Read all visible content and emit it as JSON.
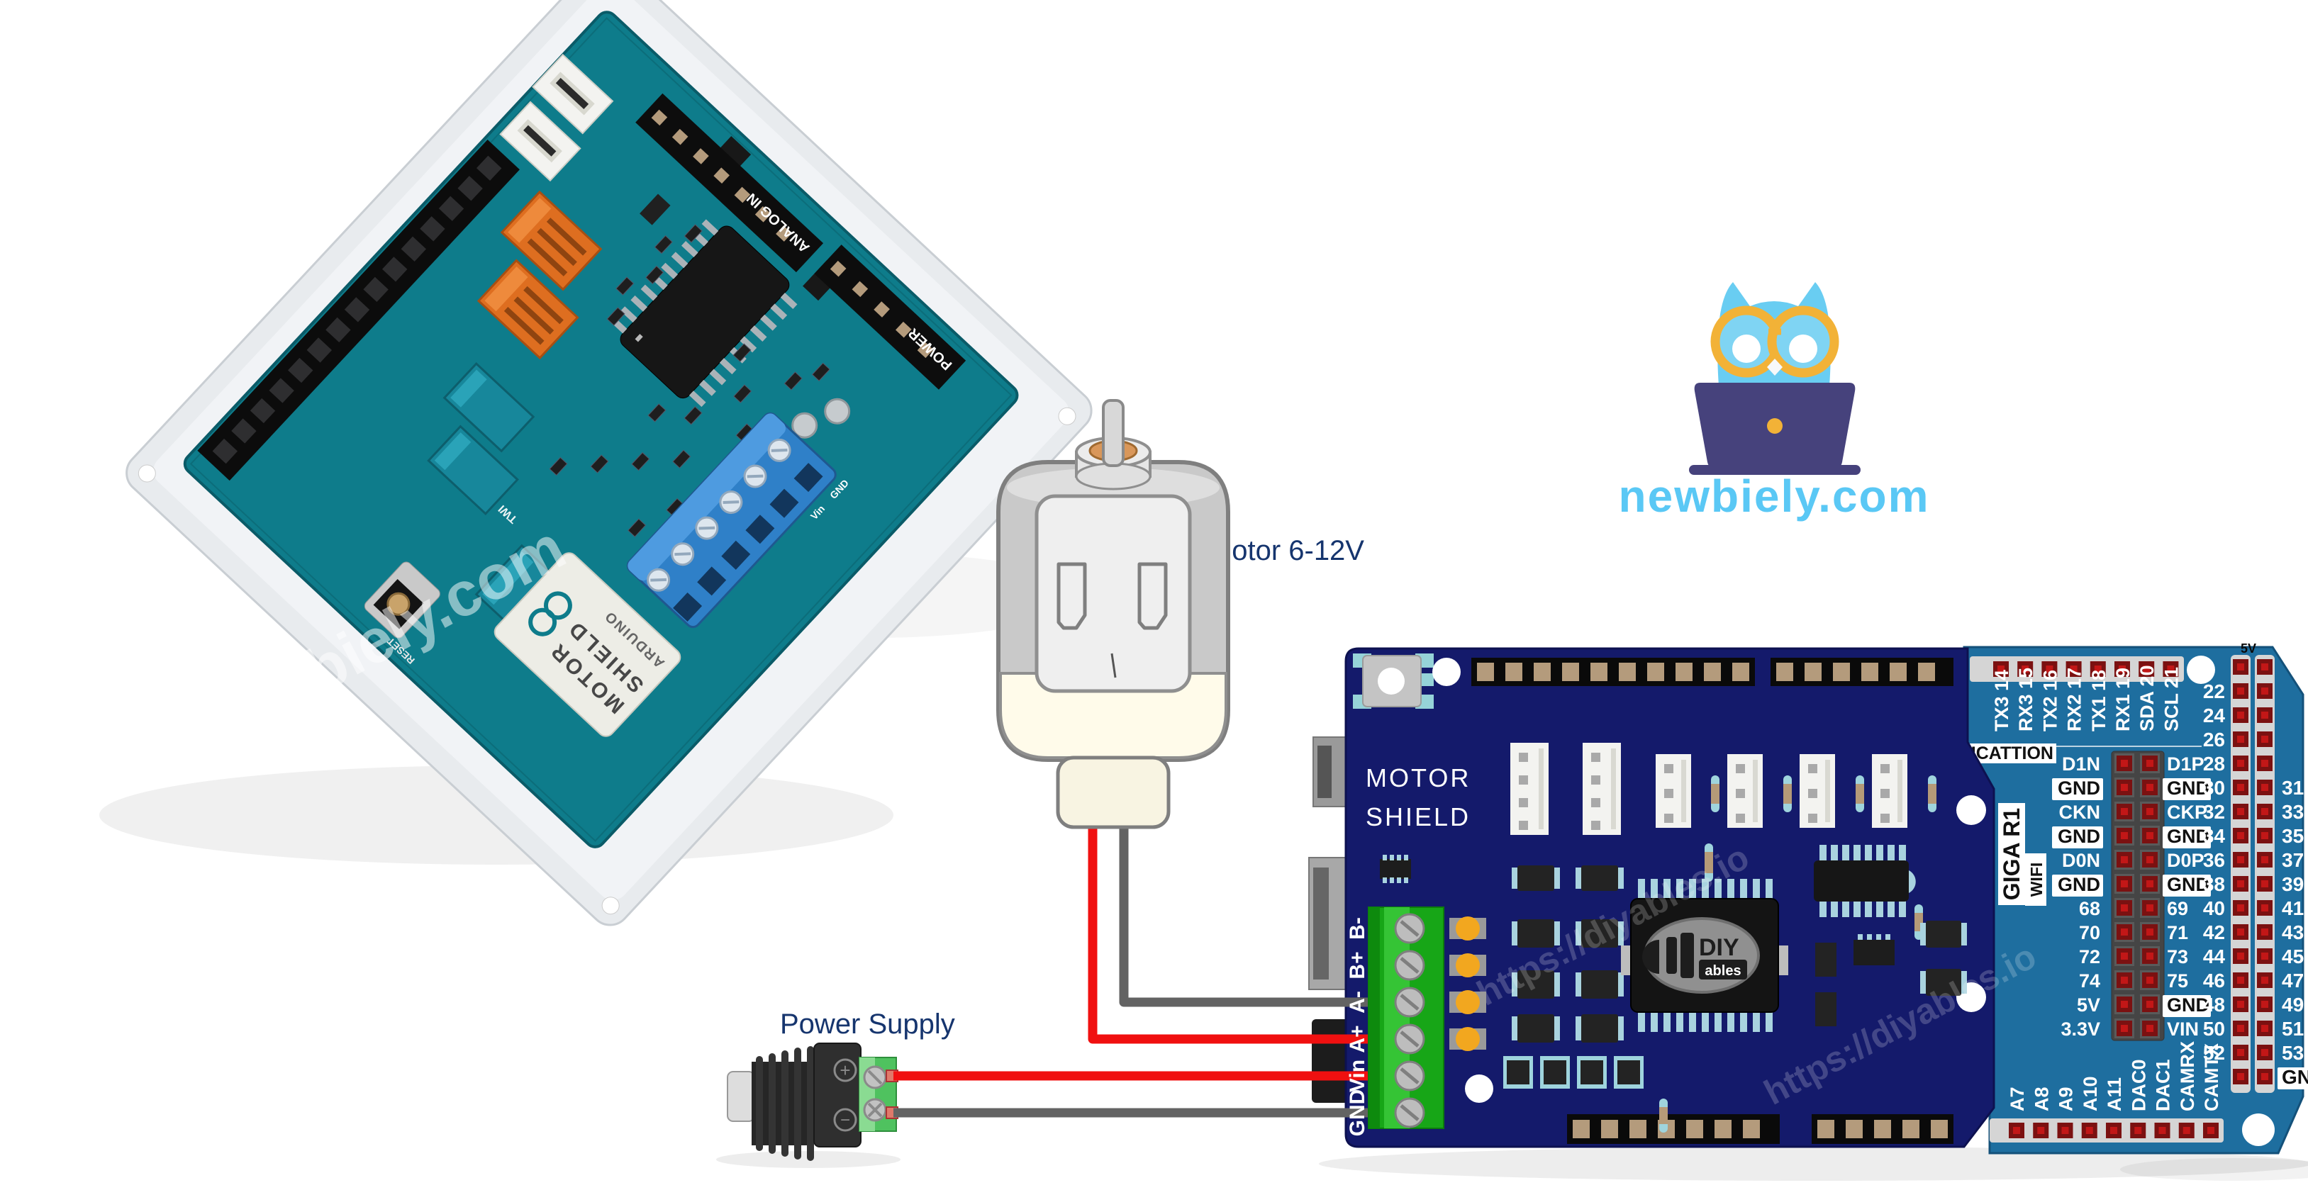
{
  "page": {
    "bg": "#ffffff"
  },
  "logo": {
    "text": "newbiely.com",
    "color": "#5ac8f5",
    "owl": "#69cdf2",
    "glasses": "#f2b237",
    "laptop": "#46427c"
  },
  "captions": {
    "dc_motor": "DC Motor 6-12V",
    "power_supply": "Power Supply",
    "color": "#16356e"
  },
  "photo": {
    "brand": "ARDUINO",
    "line1": "MOTOR",
    "line2": "SHIELD",
    "analog_header": "ANALOG IN",
    "power_header": "POWER",
    "reset": "RESET",
    "twi": "TWI",
    "vin": "Vin",
    "gnd": "GND",
    "watermark": "newbiely.com"
  },
  "shield": {
    "line1": "MOTOR",
    "line2": "SHIELD",
    "terminals": [
      "B-",
      "B+",
      "A-",
      "A+",
      "Vin",
      "GND"
    ],
    "watermark": "https://diyables.io",
    "chip": {
      "big": "DIY",
      "small": "ables"
    },
    "board_color": "#141a6b"
  },
  "giga": {
    "board_color": "#1e6e9f",
    "comm": "NICATTION",
    "model": "GIGA R1",
    "wifi": "WIFI",
    "rail": "5V",
    "top_pins": [
      "TX3 14",
      "RX3 15",
      "TX2 16",
      "RX2 17",
      "TX1 18",
      "RX1 19",
      "SDA 20",
      "SCL 21"
    ],
    "header_left": [
      "D1N",
      "GND",
      "CKN",
      "GND",
      "D0N",
      "GND",
      "68",
      "70",
      "72",
      "74",
      "5V",
      "3.3V"
    ],
    "header_right": [
      "D1P",
      "GND",
      "CKP",
      "GND",
      "D0P",
      "GND",
      "69",
      "71",
      "73",
      "75",
      "GND",
      "VIN"
    ],
    "even_pins": [
      "22",
      "24",
      "26",
      "28",
      "30",
      "32",
      "34",
      "36",
      "38",
      "40",
      "42",
      "44",
      "46",
      "48",
      "50",
      "52"
    ],
    "odd_pins": [
      "31",
      "33",
      "35",
      "37",
      "39",
      "41",
      "43",
      "45",
      "47",
      "49",
      "51",
      "53",
      "GND"
    ],
    "bottom_pins": [
      "A7",
      "A8",
      "A9",
      "A10",
      "A11",
      "DAC0",
      "DAC1",
      "CAMRX",
      "CAMTX"
    ]
  },
  "psu": {
    "plus": "+",
    "minus": "−"
  },
  "wires": {
    "red": "#f01010",
    "gray": "#636363"
  }
}
